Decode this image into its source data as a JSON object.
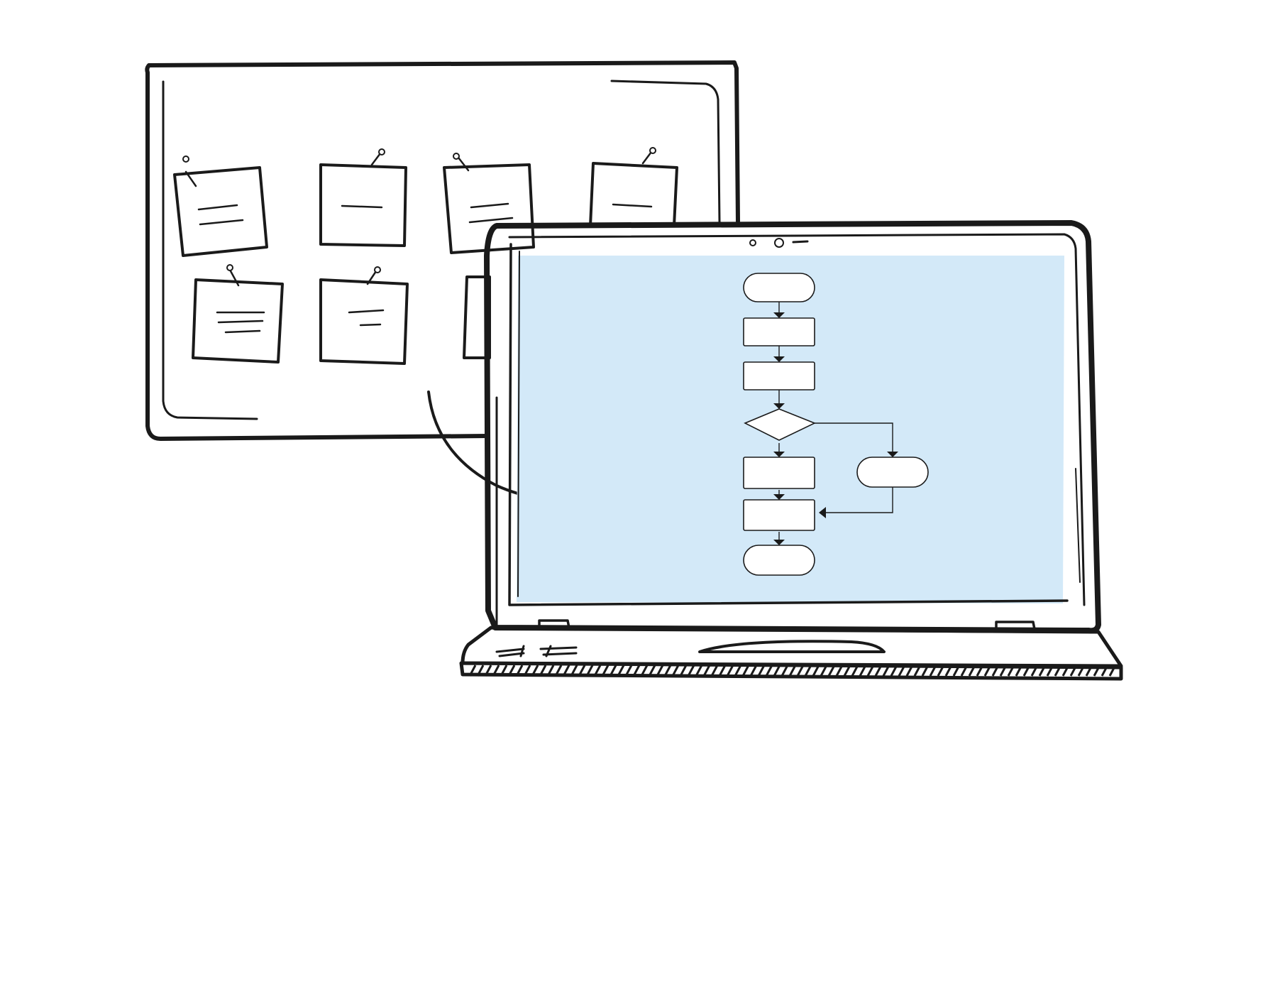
{
  "colors": {
    "ink": "#1a1a1a",
    "screen": "#d3e9f8",
    "paper": "#ffffff"
  },
  "illustration": {
    "board": {
      "sticky_notes_count": 7
    },
    "laptop": {
      "screen_content": "flowchart"
    },
    "flowchart": {
      "steps": [
        {
          "shape": "terminator"
        },
        {
          "shape": "process"
        },
        {
          "shape": "process"
        },
        {
          "shape": "decision"
        },
        {
          "shape": "process"
        },
        {
          "shape": "process"
        },
        {
          "shape": "terminator"
        }
      ],
      "branch": {
        "shape": "terminator",
        "from_step": 4,
        "rejoins_step": 6
      }
    }
  }
}
